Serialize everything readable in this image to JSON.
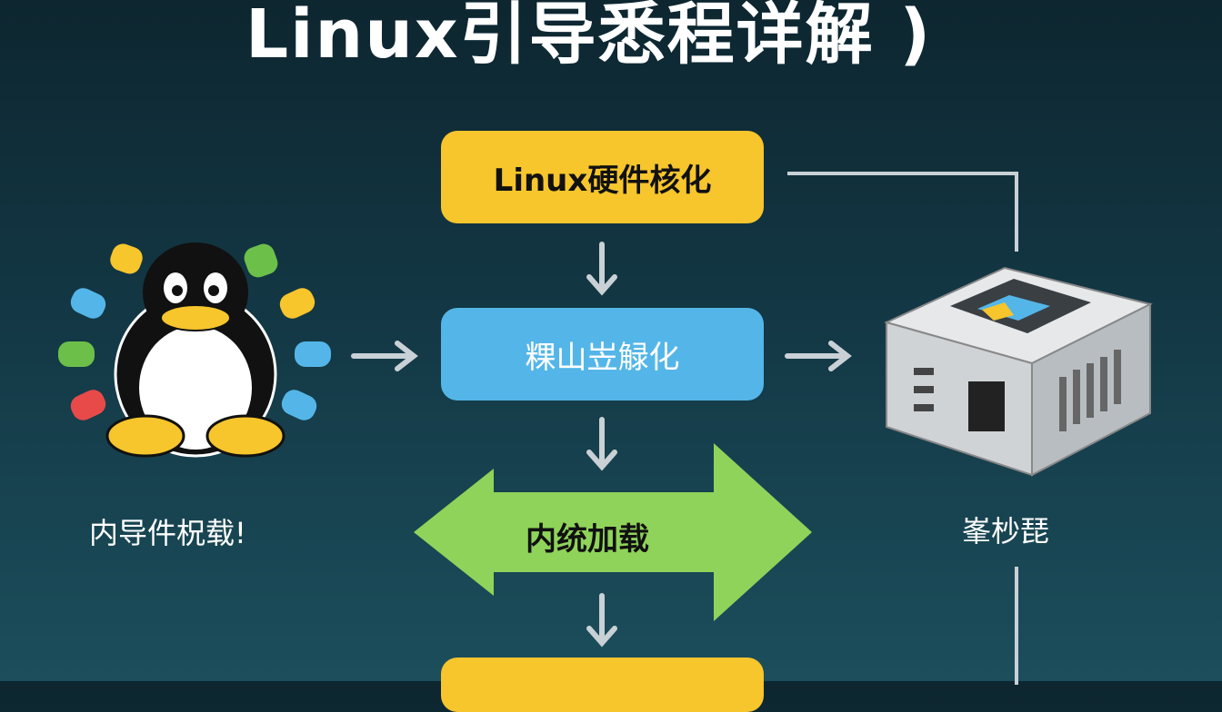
{
  "title": "Linux引导悉程详解 )",
  "flow": {
    "step1": "Linux硬件核化",
    "step2": "粿山岦觮化",
    "step3": "内统加载",
    "step4": ""
  },
  "left_label": "内导件柷载!",
  "right_label": "峯杪琵",
  "colors": {
    "yellow": "#f7c52c",
    "blue": "#54b6e8",
    "green": "#8fd35a",
    "background": "#133744"
  },
  "icons": [
    "linux-penguin-icon",
    "server-chip-icon"
  ]
}
